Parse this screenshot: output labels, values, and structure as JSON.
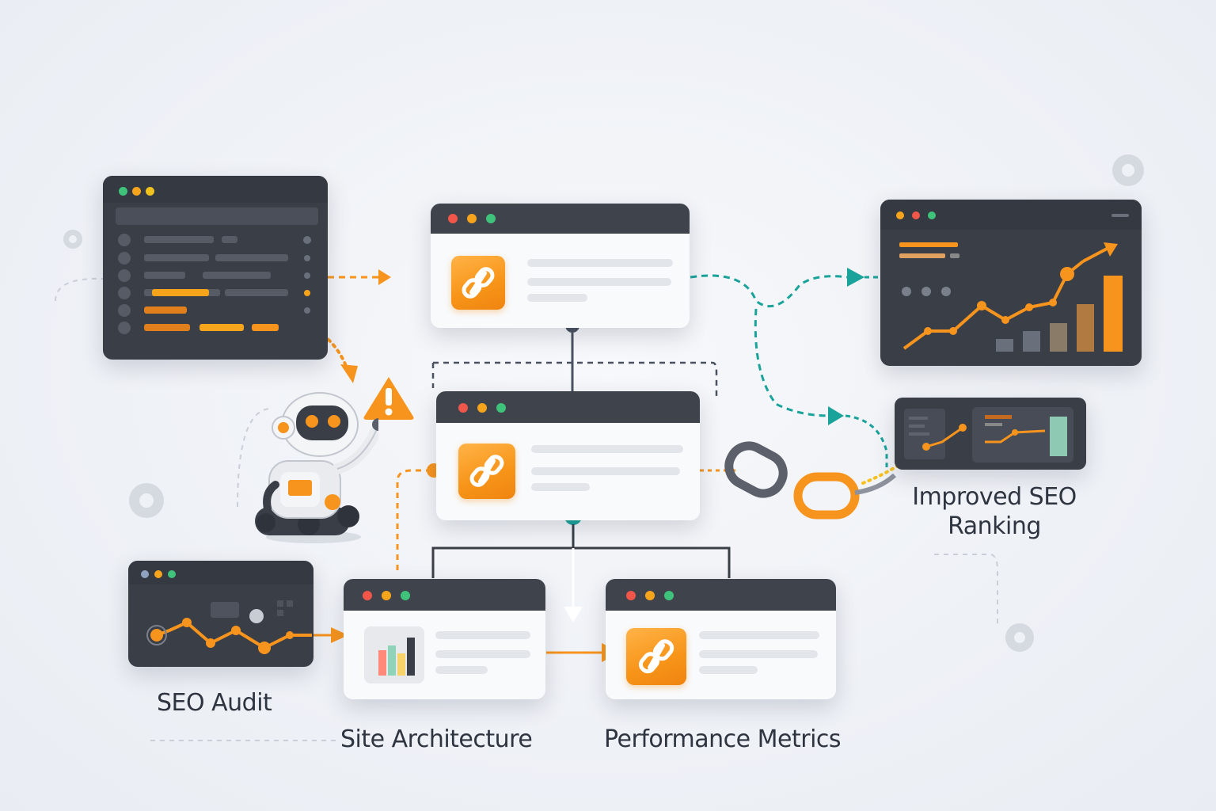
{
  "labels": {
    "seo_audit": "SEO Audit",
    "site_architecture": "Site Architecture",
    "performance_metrics": "Performance Metrics",
    "improved_seo_line1": "Improved SEO",
    "improved_seo_line2": "Ranking"
  },
  "colors": {
    "accent_orange": "#f7941d",
    "teal": "#1aa39a",
    "dark_panel": "#3a3e47",
    "light_panel": "#f9fafb",
    "traffic_red": "#f0564a",
    "traffic_yellow": "#f7a41d",
    "traffic_green": "#3fc27a"
  },
  "icons": [
    "link-icon",
    "warning-icon",
    "robot-icon",
    "chain-icon",
    "bar-chart-icon",
    "trend-arrow-icon",
    "gear-icon"
  ]
}
